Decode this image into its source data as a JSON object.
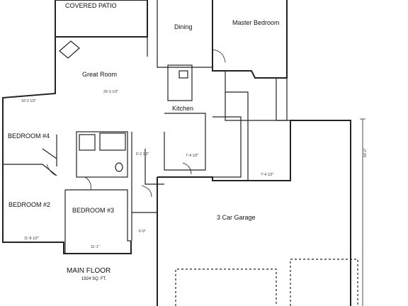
{
  "plan": {
    "title": "MAIN FLOOR",
    "area": "1924 SQ. FT.",
    "rooms": {
      "covered_patio": "COVERED PATIO",
      "dining": "Dining",
      "master_bedroom": "Master Bedroom",
      "great_room": "Great Room",
      "kitchen": "Kitchen",
      "bedroom_4": "BEDROOM #4",
      "bedroom_2": "BEDROOM #2",
      "bedroom_3": "BEDROOM #3",
      "garage": "3 Car Garage"
    },
    "dimensions": {
      "great_room_width": "20'-3 1/2\"",
      "bedroom4_width": "10'-2 1/2\"",
      "bedroom2_width": "11'-8 1/2\"",
      "bedroom3_width": "11'-1\"",
      "hall_width": "6'-2 1/2\"",
      "laundry_width": "7'-4 1/2\"",
      "closet_width": "7'-4 1/2\"",
      "entry_width": "6'-0\"",
      "garage_depth": "60'-0\""
    }
  }
}
